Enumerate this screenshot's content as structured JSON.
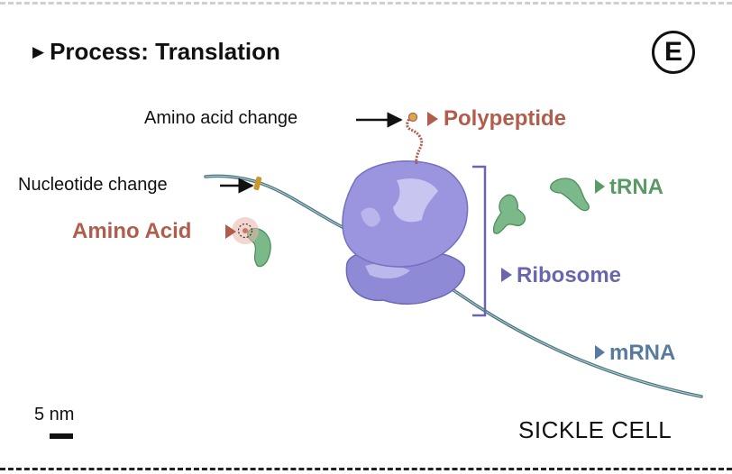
{
  "panel": {
    "title": "Process: Translation",
    "letter": "E",
    "footer": "SICKLE CELL",
    "scale_label": "5 nm"
  },
  "labels": {
    "amino_acid_change": "Amino acid change",
    "polypeptide": "Polypeptide",
    "nucleotide_change": "Nucleotide change",
    "amino_acid": "Amino Acid",
    "trna": "tRNA",
    "ribosome": "Ribosome",
    "mrna": "mRNA"
  },
  "colors": {
    "polypeptide_red": "#b25c4c",
    "trna_green": "#5a9a67",
    "ribosome_purple": "#6a66ad",
    "mrna_blue": "#577a9e",
    "ribosome_fill": "#9590d9",
    "mutation_gold": "#c99a2a"
  }
}
